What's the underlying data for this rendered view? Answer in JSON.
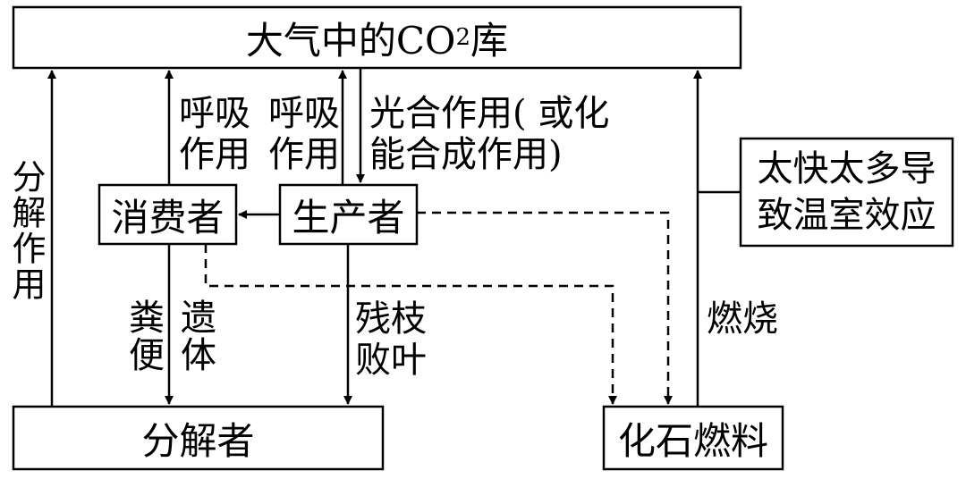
{
  "boxes": {
    "atmosphere": {
      "prefix": "大气中的CO",
      "sub": "2",
      "suffix": "库"
    },
    "consumer": "消费者",
    "producer": "生产者",
    "decomposer": "分解者",
    "fossil_fuel": "化石燃料",
    "greenhouse": {
      "line1": "太快太多导",
      "line2": "致温室效应"
    }
  },
  "labels": {
    "decomposition": "分解作用",
    "respiration_consumer": {
      "line1": "呼吸",
      "line2": "作用"
    },
    "respiration_producer": {
      "line1": "呼吸",
      "line2": "作用"
    },
    "photosynthesis": {
      "line1": "光合作用( 或化",
      "line2": "能合成作用)"
    },
    "feces": "粪便",
    "remains": "遗体",
    "litter": {
      "line1": "残枝",
      "line2": "败叶"
    },
    "combustion": "燃烧"
  }
}
